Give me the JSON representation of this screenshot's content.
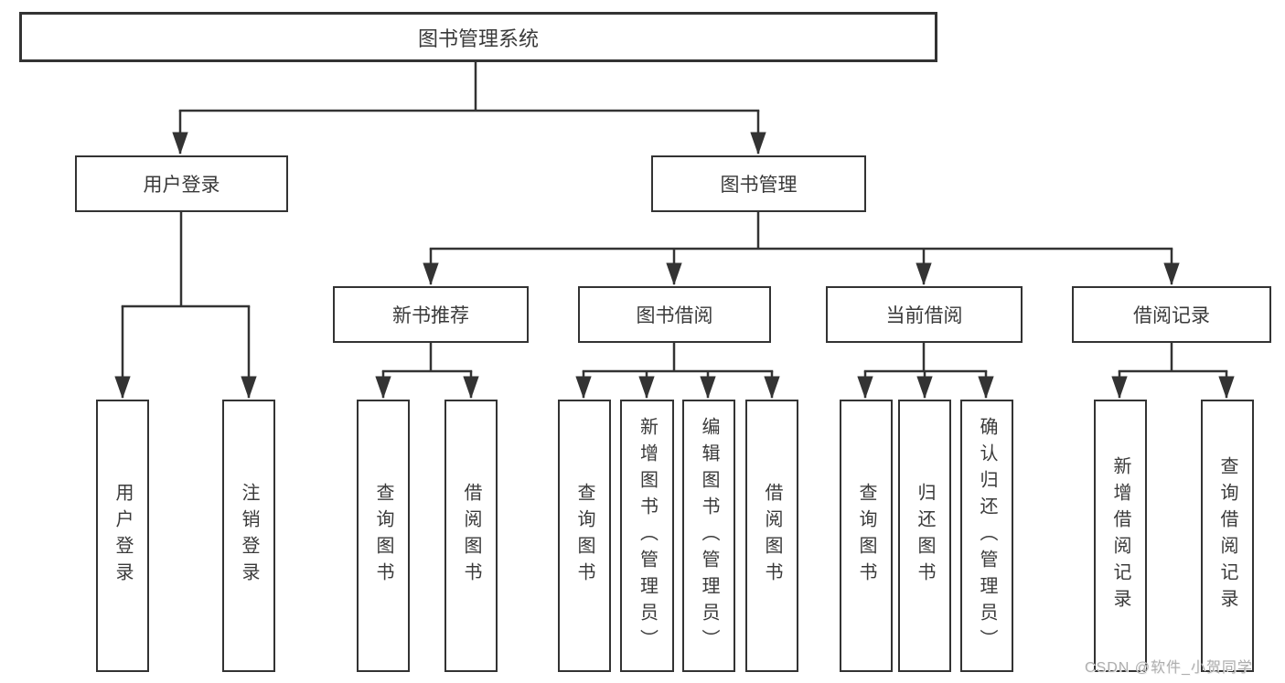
{
  "tree": {
    "label": "图书管理系统",
    "children": [
      {
        "label": "用户登录",
        "children": [
          {
            "label": "用户登录"
          },
          {
            "label": "注销登录"
          }
        ]
      },
      {
        "label": "图书管理",
        "children": [
          {
            "label": "新书推荐",
            "children": [
              {
                "label": "查询图书"
              },
              {
                "label": "借阅图书"
              }
            ]
          },
          {
            "label": "图书借阅",
            "children": [
              {
                "label": "查询图书"
              },
              {
                "label": "新增图书（管理员）"
              },
              {
                "label": "编辑图书（管理员）"
              },
              {
                "label": "借阅图书"
              }
            ]
          },
          {
            "label": "当前借阅",
            "children": [
              {
                "label": "查询图书"
              },
              {
                "label": "归还图书"
              },
              {
                "label": "确认归还（管理员）"
              }
            ]
          },
          {
            "label": "借阅记录",
            "children": [
              {
                "label": "新增借阅记录"
              },
              {
                "label": "查询借阅记录"
              }
            ]
          }
        ]
      }
    ]
  },
  "watermark": {
    "text": "CSDN @软件_小贺同学"
  },
  "styles": {
    "line_color": "#333333",
    "text_color": "#3a3a3a",
    "background": "#ffffff",
    "watermark_color": "#aeaeae"
  }
}
